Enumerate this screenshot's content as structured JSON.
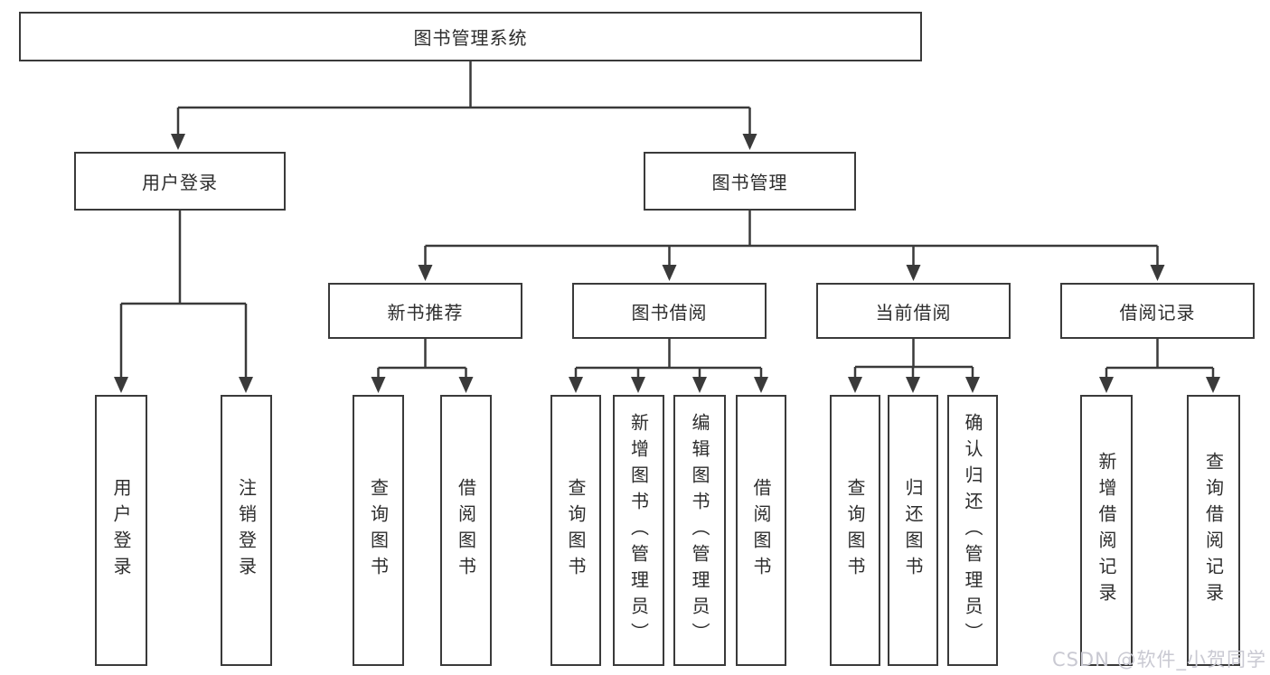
{
  "tree": {
    "root": "图书管理系统",
    "branches": [
      {
        "label": "用户登录",
        "children": [
          "用户登录",
          "注销登录"
        ]
      },
      {
        "label": "图书管理",
        "groups": [
          {
            "label": "新书推荐",
            "children": [
              "查询图书",
              "借阅图书"
            ]
          },
          {
            "label": "图书借阅",
            "children": [
              "查询图书",
              "新增图书（管理员）",
              "编辑图书（管理员）",
              "借阅图书"
            ]
          },
          {
            "label": "当前借阅",
            "children": [
              "查询图书",
              "归还图书",
              "确认归还（管理员）"
            ]
          },
          {
            "label": "借阅记录",
            "children": [
              "新增借阅记录",
              "查询借阅记录"
            ]
          }
        ]
      }
    ]
  },
  "watermark": {
    "text": "CSDN @软件_小贺同学",
    "color": "#c9c9d2"
  },
  "colors": {
    "line": "#3a3a3a",
    "text": "#2d2d2d",
    "background": "#ffffff"
  }
}
